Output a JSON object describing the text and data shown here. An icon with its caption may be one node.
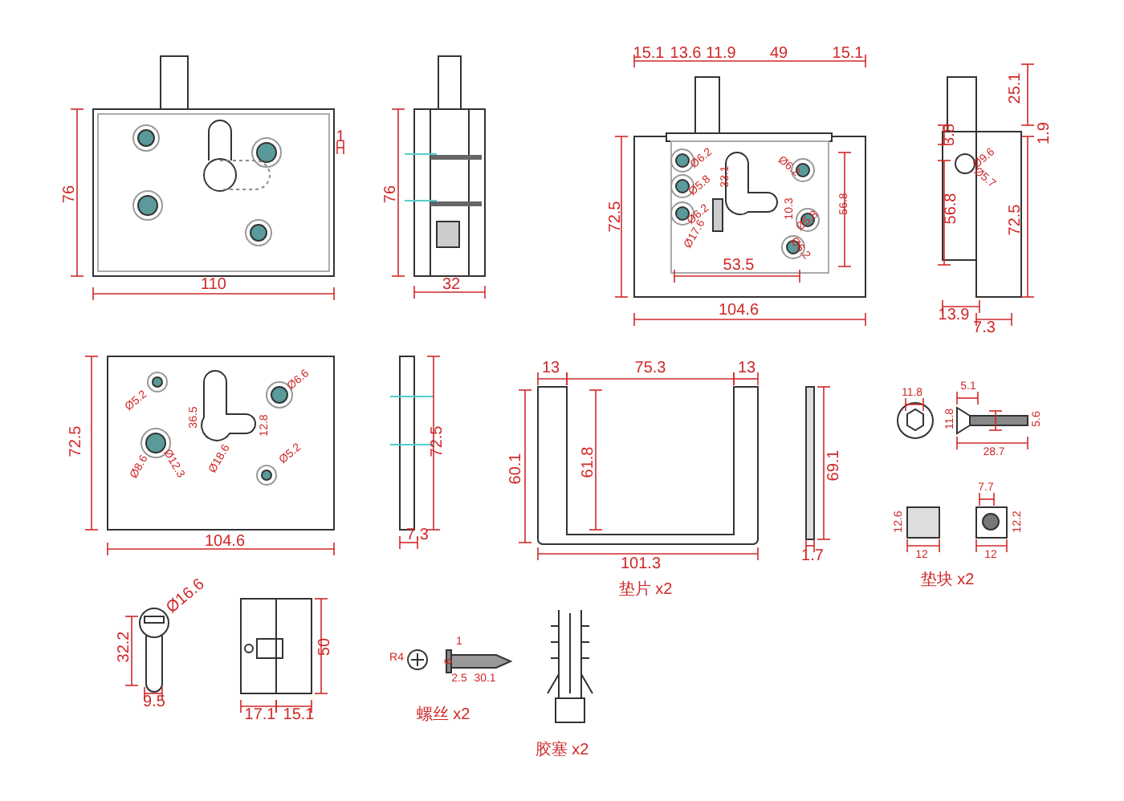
{
  "diagram": {
    "labels": [
      "76",
      "1",
      "110",
      "76",
      "32",
      "15.1",
      "13.6",
      "11.9",
      "49",
      "15.1",
      "72.5",
      "Ø6.2",
      "Ø5.8",
      "33.1",
      "Ø6.2",
      "Ø17.6",
      "Ø6.2",
      "10.3",
      "Ø5.8",
      "Ø6.2",
      "56.8",
      "53.5",
      "104.6",
      "25.1",
      "3.8",
      "1.9",
      "Ø9.6",
      "Ø5.7",
      "56.8",
      "72.5",
      "13.9",
      "7.3",
      "72.5",
      "Ø5.2",
      "36.5",
      "Ø6.6",
      "12.8",
      "Ø8.6",
      "Ø12.3",
      "Ø18.6",
      "Ø5.2",
      "104.6",
      "72.5",
      "7.3",
      "13",
      "75.3",
      "13",
      "60.1",
      "61.8",
      "101.3",
      "69.1",
      "1.7",
      "垫片 x2",
      "11.8",
      "5.1",
      "11.8",
      "5.6",
      "28.7",
      "7.7",
      "12.6",
      "12.2",
      "12",
      "12",
      "垫块 x2",
      "Ø16.6",
      "32.2",
      "9.5",
      "50",
      "17.1",
      "15.1",
      "R4",
      "1",
      "6",
      "2.5",
      "30.1",
      "螺丝 x2",
      "胶塞 x2"
    ]
  }
}
